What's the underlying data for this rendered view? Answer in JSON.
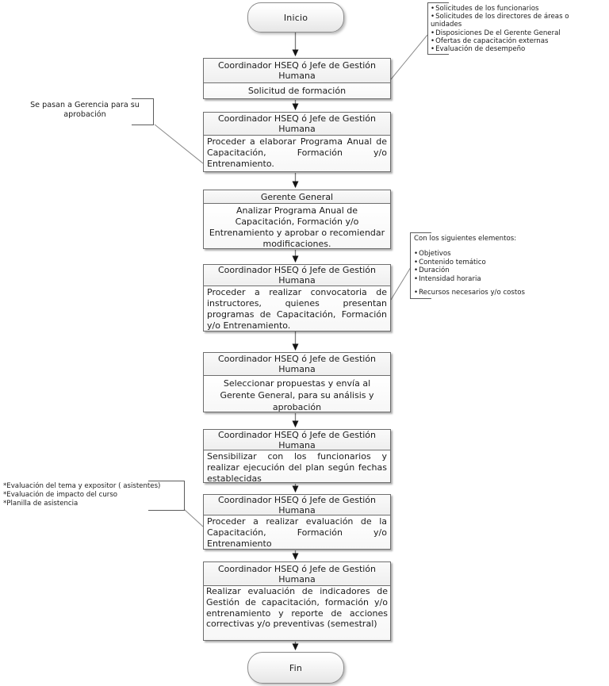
{
  "palette": {
    "box_border": "#6e6e6e",
    "line": "#7a7a7a",
    "arrow": "#141414",
    "ink": "#1c1c1c"
  },
  "flow": {
    "start_label": "Inicio",
    "end_label": "Fin",
    "boxes": [
      {
        "header": "Coordinador HSEQ ó Jefe de Gestión Humana",
        "body": "Solicitud de formación"
      },
      {
        "header": "Coordinador HSEQ ó Jefe de Gestión Humana",
        "body": "Proceder a elaborar Programa Anual de Capacitación, Formación y/o Entrenamiento."
      },
      {
        "header": "Gerente General",
        "body": "Analizar Programa Anual de Capacitación, Formación y/o Entrenamiento y aprobar o recomiendar modificaciones."
      },
      {
        "header": "Coordinador HSEQ ó Jefe de Gestión Humana",
        "body": "Proceder a realizar convocatoria de instructores, quienes presentan programas de Capacitación, Formación y/o Entrenamiento."
      },
      {
        "header": "Coordinador HSEQ ó Jefe de Gestión Humana",
        "body": "Seleccionar propuestas y envía al Gerente General,  para su análisis y aprobación"
      },
      {
        "header": "Coordinador HSEQ ó Jefe de Gestión Humana",
        "body": "Sensibilizar con los funcionarios y realizar ejecución del plan según fechas establecidas"
      },
      {
        "header": "Coordinador HSEQ ó Jefe de Gestión Humana",
        "body": "Proceder a realizar evaluación de la Capacitación, Formación y/o Entrenamiento"
      },
      {
        "header": "Coordinador HSEQ ó Jefe de Gestión Humana",
        "body": "Realizar evaluación de indicadores de Gestión de capacitación, formación y/o entrenamiento y reporte de acciones correctivas y/o preventivas (semestral)"
      }
    ]
  },
  "notes": {
    "inputs": {
      "items": [
        "Solicitudes de los funcionarios",
        "Solicitudes de los directores de áreas o unidades",
        "Disposiciones De el Gerente General",
        "Ofertas de capacitación externas",
        "Evaluación de desempeño"
      ]
    },
    "gerencia": {
      "text": "Se pasan a Gerencia para su aprobación"
    },
    "elementos": {
      "title": "Con los siguientes elementos:",
      "items": [
        "Objetivos",
        "Contenido temático",
        "Duración",
        "Intensidad horaria",
        "Recursos necesarios y/o costos"
      ]
    },
    "evaluacion": {
      "items": [
        "*Evaluación del tema y expositor ( asistentes)",
        "*Evaluación de impacto del curso",
        "*Planilla de asistencia"
      ]
    }
  }
}
